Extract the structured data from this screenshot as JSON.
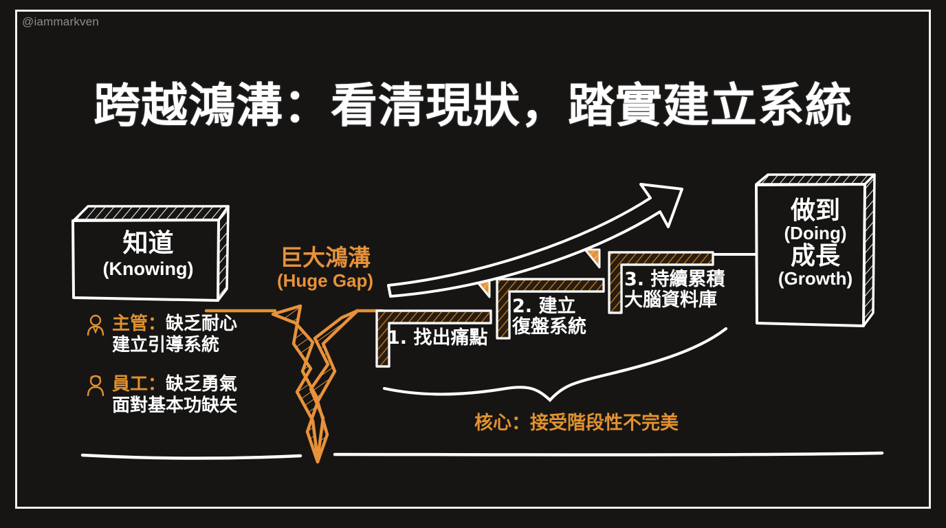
{
  "watermark": "@iammarkven",
  "title": "跨越鴻溝：看清現狀，踏實建立系統",
  "colors": {
    "background": "#161514",
    "ink_white": "#ffffff",
    "accent_orange": "#e0912f",
    "hatch_orange": "#b5711f",
    "muted_text": "#8d8d8d"
  },
  "left_box": {
    "cjk": "知道",
    "en": "(Knowing)"
  },
  "right_box": {
    "cjk_top": "做到",
    "en_top": "(Doing)",
    "cjk_bottom": "成長",
    "en_bottom": "(Growth)"
  },
  "gap": {
    "cjk": "巨大鴻溝",
    "en": "(Huge Gap)"
  },
  "bullets": [
    {
      "icon": "manager-person-icon",
      "role": "主管：",
      "line1_rest": "缺乏耐心",
      "line2": "建立引導系統"
    },
    {
      "icon": "employee-person-icon",
      "role": "員工：",
      "line1_rest": "缺乏勇氣",
      "line2": "面對基本功缺失"
    }
  ],
  "steps": [
    {
      "number": "1.",
      "line1": "1. 找出痛點",
      "line2": ""
    },
    {
      "number": "2.",
      "line1": "2. 建立",
      "line2": "復盤系統"
    },
    {
      "number": "3.",
      "line1": "3. 持續累積",
      "line2": "大腦資料庫"
    }
  ],
  "core_note": "核心：接受階段性不完美",
  "icons": {
    "growth_arrow": "up-right-arrow-icon",
    "brace": "curly-brace-icon",
    "ground": "ground-line-icon"
  }
}
